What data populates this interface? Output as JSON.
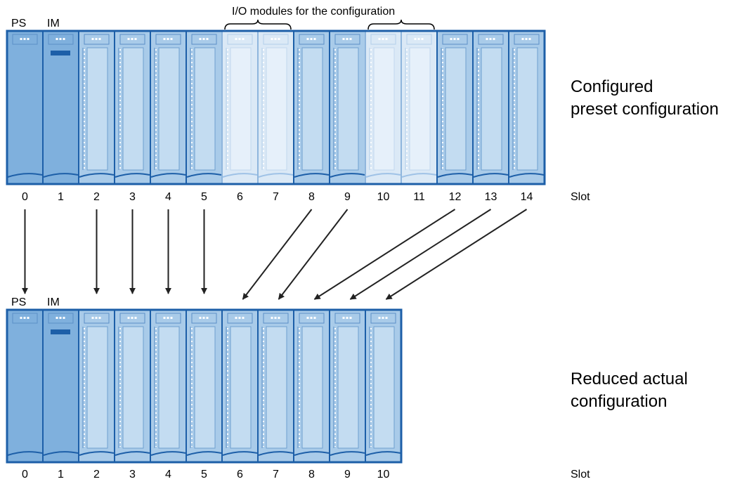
{
  "top_rack": {
    "ps_label": "PS",
    "im_label": "IM",
    "annotation": "I/O modules for the configuration",
    "slot_word": "Slot",
    "slots": [
      "0",
      "1",
      "2",
      "3",
      "4",
      "5",
      "6",
      "7",
      "8",
      "9",
      "10",
      "11",
      "12",
      "13",
      "14"
    ],
    "empty_slots": [
      "6",
      "7",
      "10",
      "11"
    ],
    "caption_line1": "Configured",
    "caption_line2": "preset configuration"
  },
  "bottom_rack": {
    "ps_label": "PS",
    "im_label": "IM",
    "slot_word": "Slot",
    "slots": [
      "0",
      "1",
      "2",
      "3",
      "4",
      "5",
      "6",
      "7",
      "8",
      "9",
      "10"
    ],
    "caption_line1": "Reduced actual",
    "caption_line2": "configuration"
  },
  "mapping": [
    {
      "from": "0",
      "to": "0"
    },
    {
      "from": "2",
      "to": "2"
    },
    {
      "from": "3",
      "to": "3"
    },
    {
      "from": "4",
      "to": "4"
    },
    {
      "from": "5",
      "to": "5"
    },
    {
      "from": "8",
      "to": "6"
    },
    {
      "from": "9",
      "to": "7"
    },
    {
      "from": "12",
      "to": "8"
    },
    {
      "from": "13",
      "to": "9"
    },
    {
      "from": "14",
      "to": "10"
    }
  ],
  "colors": {
    "rack_border": "#1d5fa8",
    "ps_fill": "#7fb0dd",
    "im_fill": "#7fb0dd",
    "module_fill": "#a9cbe9",
    "module_inner": "#c3dcf1",
    "empty_fill": "#dbe9f6",
    "led_block": "#1d5fa8",
    "arrow": "#222222"
  }
}
